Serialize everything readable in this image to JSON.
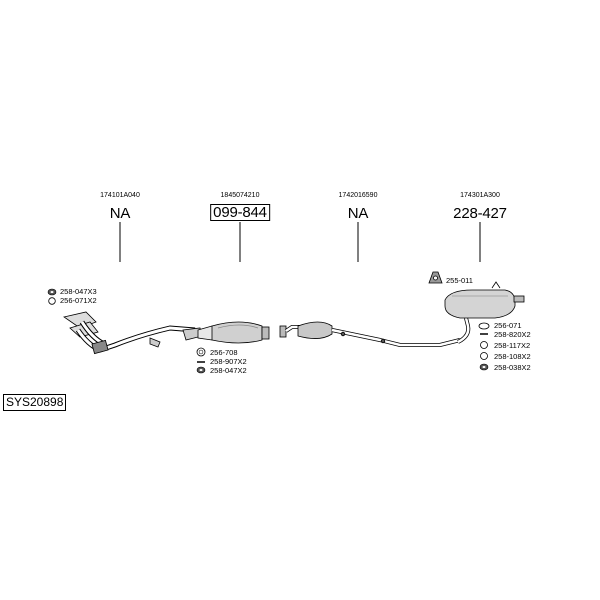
{
  "diagram": {
    "system_id": "SYS20898",
    "columns": [
      {
        "oe": "174101A040",
        "part": "NA",
        "boxed": false
      },
      {
        "oe": "1845074210",
        "part": "099-844",
        "boxed": true
      },
      {
        "oe": "1742016590",
        "part": "NA",
        "boxed": false
      },
      {
        "oe": "174301A300",
        "part": "228-427",
        "boxed": false
      }
    ],
    "front_parts": [
      "258-047X3",
      "256-071X2"
    ],
    "cat_parts": [
      "256-708",
      "258-907X2",
      "258-047X2"
    ],
    "rear_top_part": "255-011",
    "rear_parts": [
      "256-071",
      "258-820X2",
      "258-117X2",
      "258-108X2",
      "258-038X2"
    ]
  }
}
